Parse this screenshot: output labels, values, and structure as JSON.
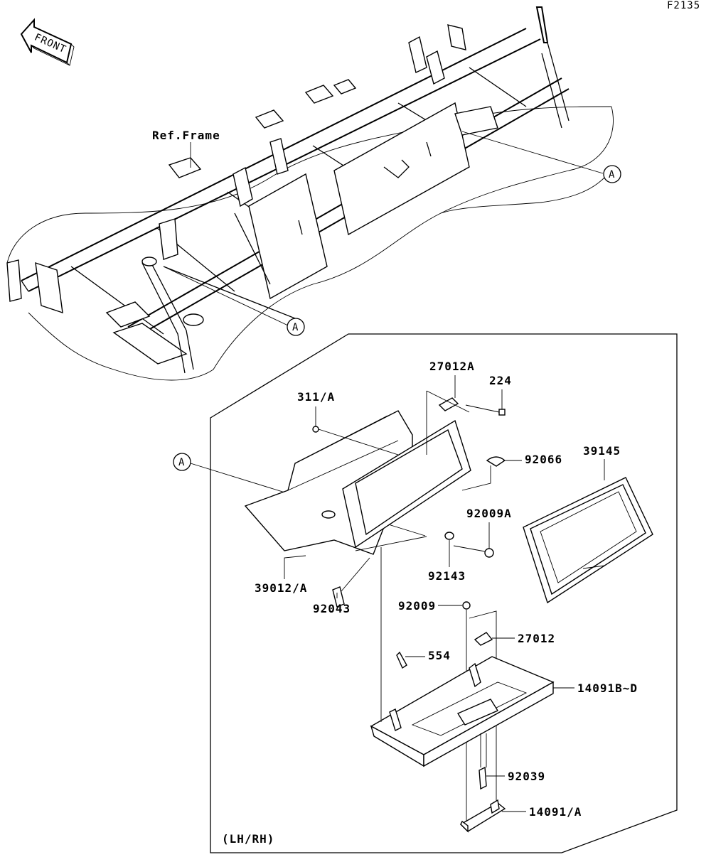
{
  "figure_code": "F2135",
  "front_label": "FRONT",
  "ref_frame": "Ref.Frame",
  "callout_letter": "A",
  "detail_note": "(LH/RH)",
  "parts": {
    "p27012A": "27012A",
    "p224": "224",
    "p311A": "311/A",
    "p92066": "92066",
    "p39145": "39145",
    "p92009A": "92009A",
    "p92143": "92143",
    "p39012A": "39012/A",
    "p92043": "92043",
    "p92009": "92009",
    "p27012": "27012",
    "p554": "554",
    "p14091BD": "14091B~D",
    "p92039": "92039",
    "p14091A": "14091/A"
  }
}
